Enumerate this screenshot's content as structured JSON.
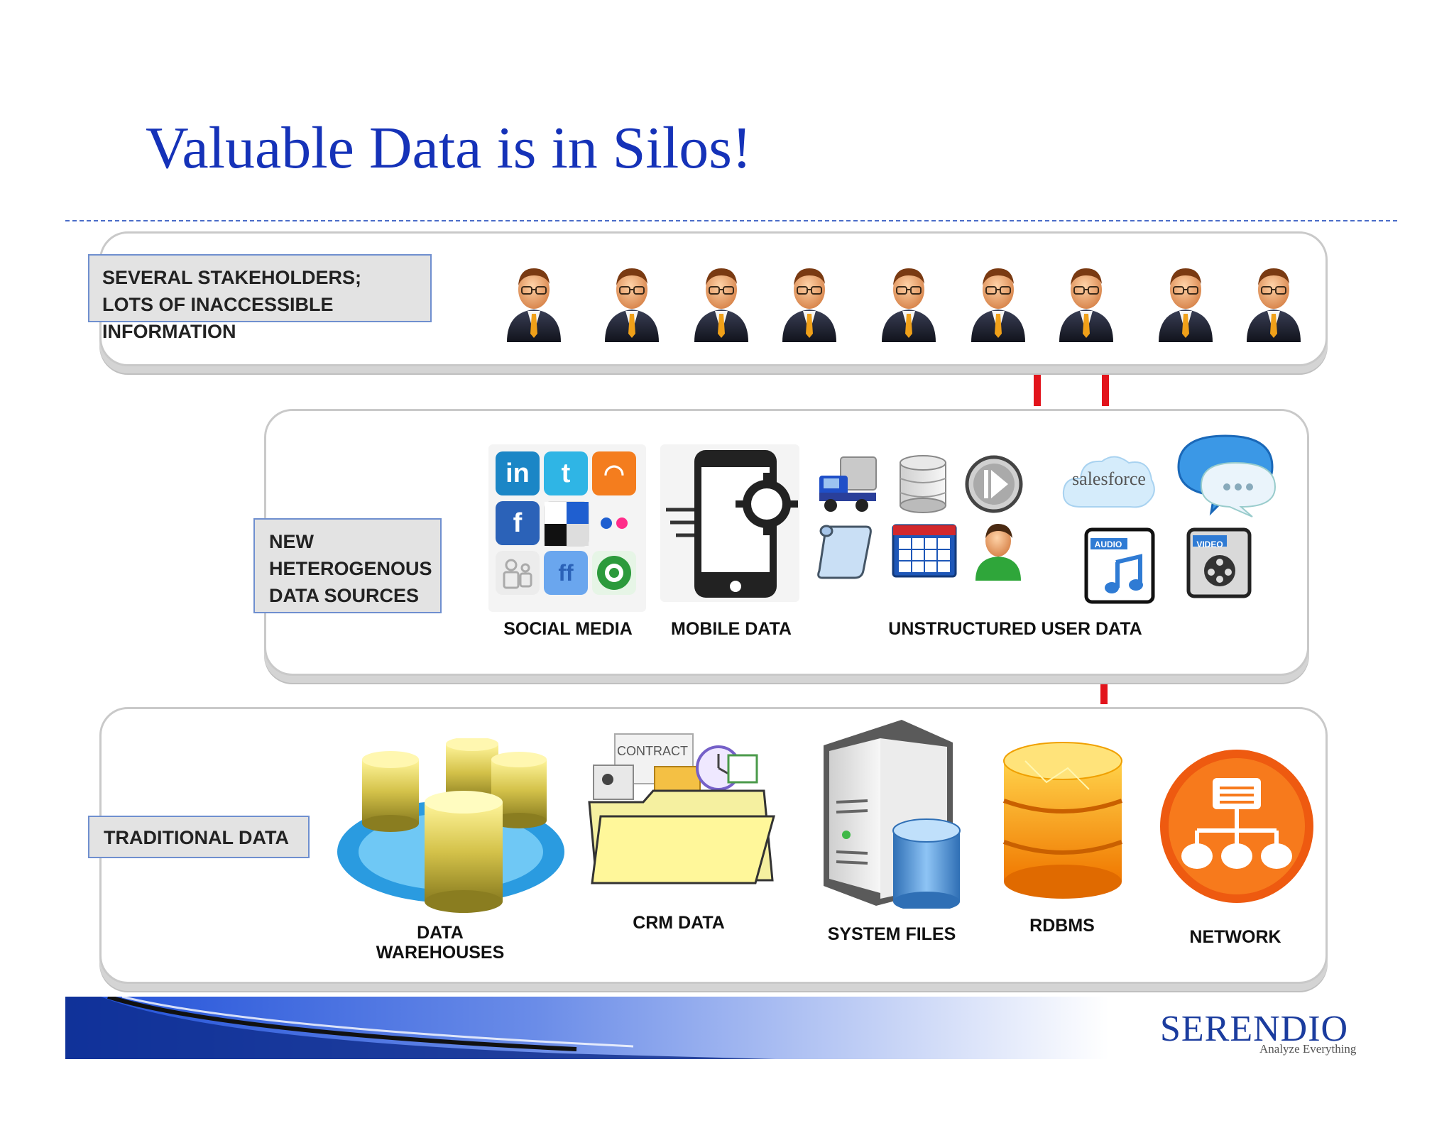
{
  "title": "Valuable Data is in Silos!",
  "tiers": {
    "stakeholders": {
      "label": "SEVERAL STAKEHOLDERS; LOTS OF INACCESSIBLE INFORMATION",
      "icon": "businessman-icon"
    },
    "sources": {
      "label": "NEW HETEROGENOUS DATA SOURCES",
      "groups": {
        "social_media": "SOCIAL MEDIA",
        "mobile_data": "MOBILE DATA",
        "unstructured_user_data": "UNSTRUCTURED USER DATA"
      },
      "icon_text": {
        "salesforce": "salesforce",
        "audio": "AUDIO",
        "video": "VIDEO"
      }
    },
    "traditional": {
      "label": "TRADITIONAL DATA",
      "items": {
        "data_warehouses": "DATA WAREHOUSES",
        "crm_data": "CRM DATA",
        "system_files": "SYSTEM FILES",
        "rdbms": "RDBMS",
        "network": "NETWORK"
      },
      "icon_text": {
        "contract": "CONTRACT"
      }
    }
  },
  "logo": {
    "name": "SERENDIO",
    "tagline": "Analyze Everything"
  },
  "colors": {
    "title": "#1532b8",
    "link": "#e2141c",
    "panel_border": "#c9c9c9",
    "tag_border": "#6f8fcf"
  }
}
